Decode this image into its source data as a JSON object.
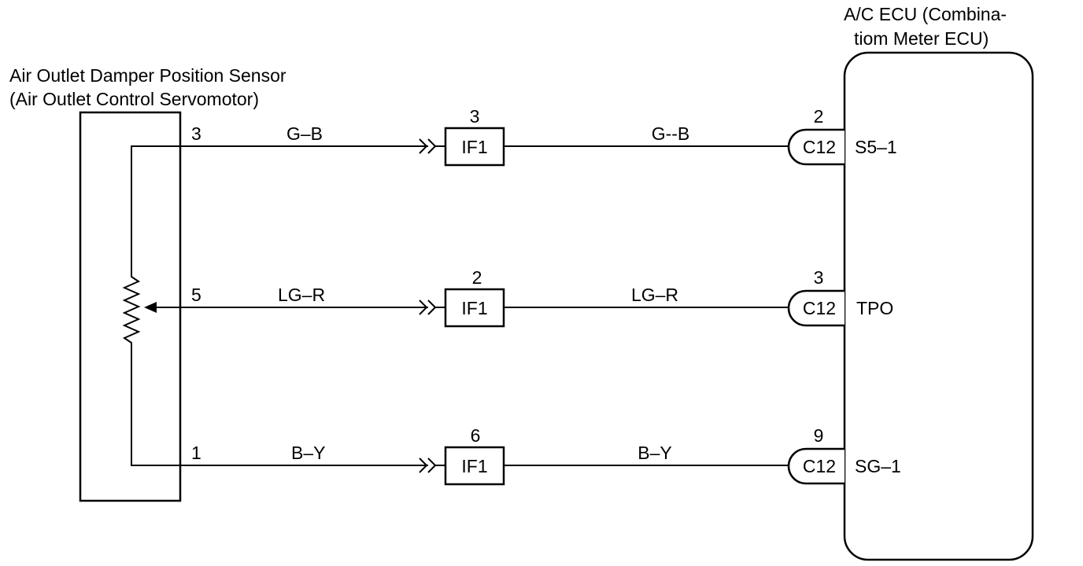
{
  "sensor": {
    "title_line1": "Air Outlet Damper Position Sensor",
    "title_line2": "(Air Outlet Control Servomotor)"
  },
  "ecu": {
    "title_line1": "A/C  ECU  (Combina-",
    "title_line2": "tiom Meter ECU)"
  },
  "circuits": [
    {
      "sensor_pin": "3",
      "wire_left": "G–B",
      "junction_pin": "3",
      "junction": "IF1",
      "wire_right": "G--B",
      "ecu_pin": "2",
      "connector": "C12",
      "terminal": "S5–1"
    },
    {
      "sensor_pin": "5",
      "wire_left": "LG–R",
      "junction_pin": "2",
      "junction": "IF1",
      "wire_right": "LG–R",
      "ecu_pin": "3",
      "connector": "C12",
      "terminal": "TPO"
    },
    {
      "sensor_pin": "1",
      "wire_left": "B–Y",
      "junction_pin": "6",
      "junction": "IF1",
      "wire_right": "B–Y",
      "ecu_pin": "9",
      "connector": "C12",
      "terminal": "SG–1"
    }
  ]
}
